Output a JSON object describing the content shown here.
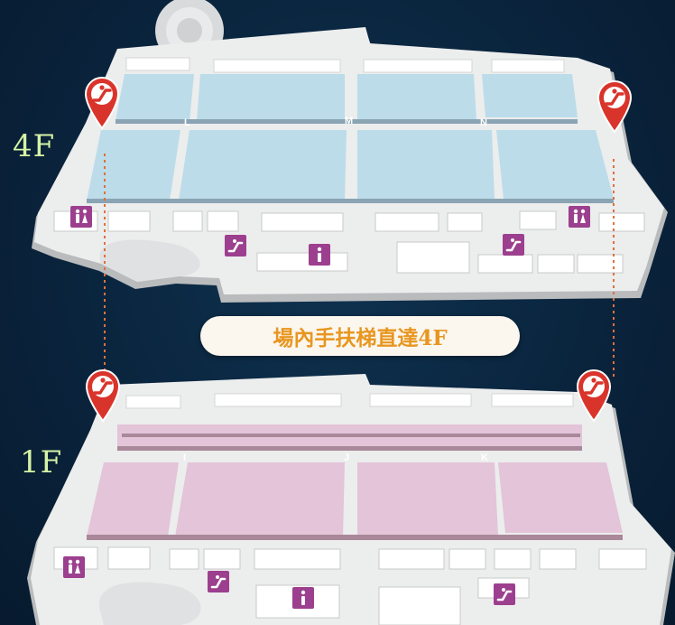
{
  "floors": [
    {
      "label": "4F",
      "hall_letters": [
        "L",
        "M",
        "N"
      ]
    },
    {
      "label": "1F",
      "hall_letters": [
        "I",
        "J",
        "K"
      ]
    }
  ],
  "banner": {
    "text": "場內手扶梯直達4F"
  },
  "icons": {
    "escalator_pin": "escalator-pin-icon",
    "escalator": "escalator-icon",
    "restroom": "restroom-icon",
    "info": "info-icon"
  },
  "colors": {
    "background": "#0a243d",
    "floor_4f_halls": "#bcdcea",
    "floor_1f_halls": "#e3c4d8",
    "pin_red": "#d9342b",
    "facility_purple": "#9c3f8e",
    "route_line": "#e0703d",
    "label_green": "#d6f3a6",
    "banner_text": "#e8961f"
  }
}
